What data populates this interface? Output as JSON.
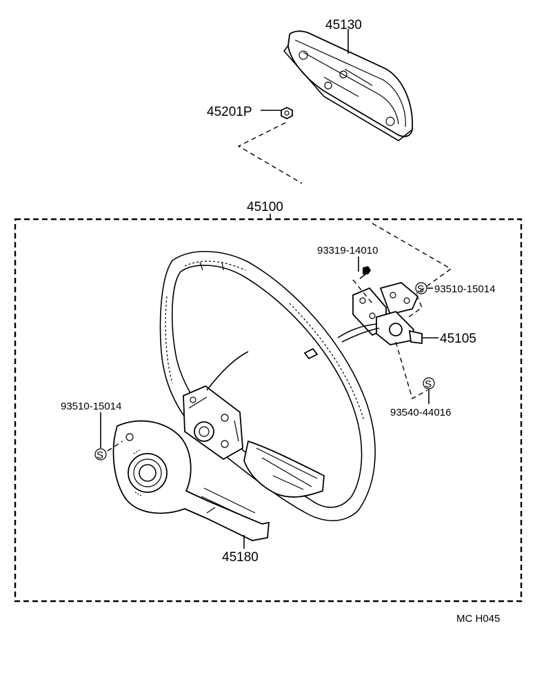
{
  "parts": {
    "horn_pad": "45130",
    "nut": "45201P",
    "wheel_assy": "45100",
    "bolt": "93319-14010",
    "screw_upper": "93510-15014",
    "contact": "45105",
    "screw_lower": "93540-44016",
    "screw_left": "93510-15014",
    "cover": "45180"
  },
  "symbols": {
    "s": "S"
  },
  "footer": {
    "code": "MC  H045"
  }
}
